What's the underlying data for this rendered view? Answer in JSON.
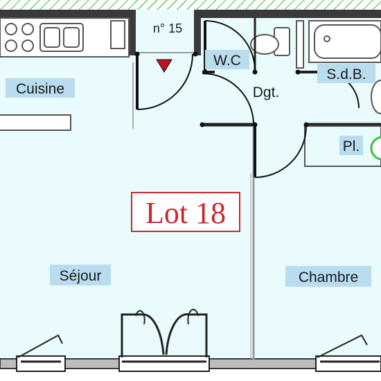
{
  "plan": {
    "entry_number": "n° 15",
    "lot_label": "Lot 18",
    "rooms": {
      "cuisine": "Cuisine",
      "wc": "W.C",
      "sdb": "S.d.B.",
      "dgt": "Dgt.",
      "placard": "Pl.",
      "sejour": "Séjour",
      "chambre": "Chambre"
    }
  },
  "colors": {
    "floor": "#e9fbfd",
    "wall": "#3a3a3a",
    "label_highlight": "#b9dcef",
    "lot_red": "#c8282a",
    "hatch_green": "#3fbf3f",
    "door_marker": "#c0101a"
  }
}
